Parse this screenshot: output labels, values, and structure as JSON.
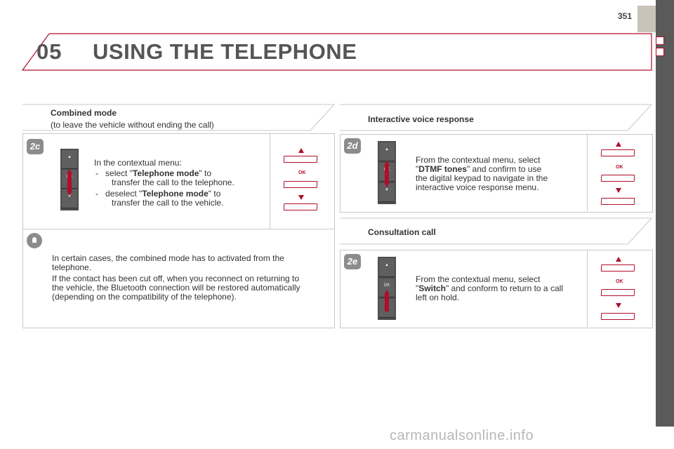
{
  "page_number": "351",
  "chapter": {
    "number": "05",
    "title": "USING THE TELEPHONE"
  },
  "combined_mode": {
    "title": "Combined mode",
    "subtitle": "(to leave the vehicle without ending the call)",
    "badge": "2c",
    "intro": "In the contextual menu:",
    "items": [
      {
        "dash": "-",
        "pre": "select \"",
        "bold": "Telephone mode",
        "post": "\" to",
        "line2": "transfer the call to the telephone."
      },
      {
        "dash": "-",
        "pre": "deselect \"",
        "bold": "Telephone mode",
        "post": "\" to",
        "line2": "transfer the call to the vehicle."
      }
    ],
    "ok_label": "OK"
  },
  "note": {
    "p1_l1": "In certain cases, the combined mode has to activated from the",
    "p1_l2": "telephone.",
    "p2_l1": "If the contact has been cut off, when you reconnect on returning to",
    "p2_l2": "the vehicle, the Bluetooth connection will be restored automatically",
    "p2_l3": "(depending on the compatibility of the telephone)."
  },
  "ivr": {
    "title": "Interactive voice response",
    "badge": "2d",
    "l1": "From the contextual menu, select",
    "l2_pre": "\"",
    "l2_bold": "DTMF tones",
    "l2_post": "\" and confirm to use",
    "l3": "the digital keypad to navigate in the",
    "l4": "interactive voice response menu.",
    "ok_label": "OK"
  },
  "consultation": {
    "title": "Consultation call",
    "badge": "2e",
    "l1": "From the contextual menu, select",
    "l2_pre": "\"",
    "l2_bold": "Switch",
    "l2_post": "\" and conform to return to a call",
    "l3": "left on hold.",
    "ok_label": "OK"
  },
  "control_labels": {
    "ok": "OK"
  },
  "watermark": "carmanualsonline.info",
  "colors": {
    "accent": "#b10d2a",
    "panel_border": "#c8c8c8",
    "tab_dark": "#5a5a5a"
  }
}
